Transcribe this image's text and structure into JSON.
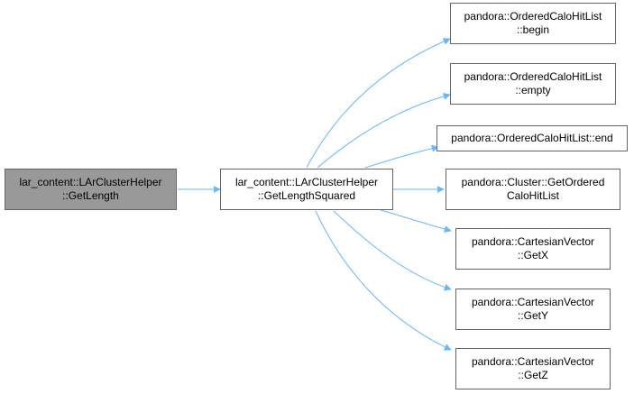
{
  "root": {
    "line1": "lar_content::LArClusterHelper",
    "line2": "::GetLength"
  },
  "mid": {
    "line1": "lar_content::LArClusterHelper",
    "line2": "::GetLengthSquared"
  },
  "callees": [
    {
      "line1": "pandora::OrderedCaloHitList",
      "line2": "::begin"
    },
    {
      "line1": "pandora::OrderedCaloHitList",
      "line2": "::empty"
    },
    {
      "line1": "pandora::OrderedCaloHitList::end",
      "line2": ""
    },
    {
      "line1": "pandora::Cluster::GetOrdered",
      "line2": "CaloHitList"
    },
    {
      "line1": "pandora::CartesianVector",
      "line2": "::GetX"
    },
    {
      "line1": "pandora::CartesianVector",
      "line2": "::GetY"
    },
    {
      "line1": "pandora::CartesianVector",
      "line2": "::GetZ"
    }
  ],
  "colors": {
    "edge": "#63b8ff",
    "border": "#666666",
    "root_fill": "#999999"
  }
}
